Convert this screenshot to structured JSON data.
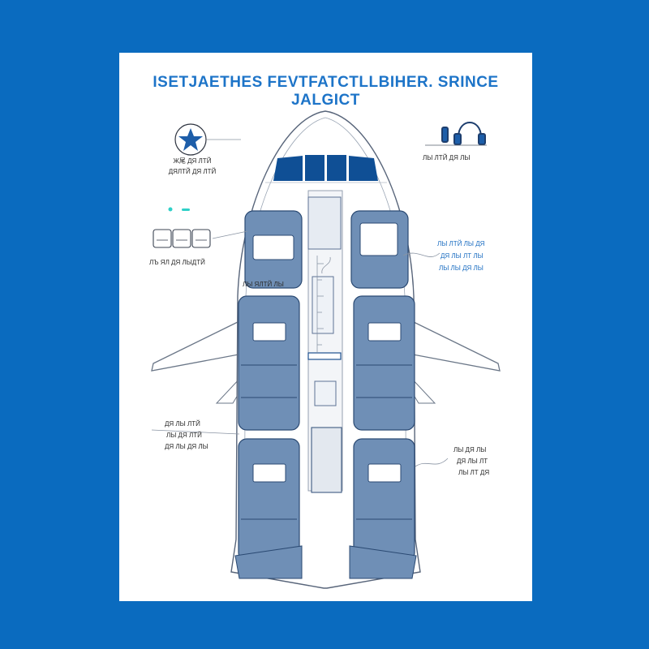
{
  "title": "ISETJAETHES FEVTFATCTLLBIHER. SRINCE JALGICT",
  "labels": {
    "crew_star": "Ж尾 ДЯ ЛТЙ",
    "crew_star_2": "ДЯЛТЙ ДЯ ЛТЙ",
    "headset": "ЛЫ ЛТЙ ДЯ ЛЫ",
    "windows": "ЛЪ ЯЛ ДЯ ЛЫДТЙ",
    "galley": "ЛЫ ЯЛТЙ ЛЫ",
    "right_seat_1": "ЛЫ ЛТЙ ЛЫ ДЯ",
    "right_seat_2": "ДЯ ЛЫ ЛТ ЛЫ",
    "right_seat_3": "ЛЫ ЛЫ ДЯ ЛЫ",
    "left_seat_1": "ДЯ ЛЫ ЛТЙ",
    "left_seat_2": "ЛЫ ДЯ ЛТЙ",
    "left_seat_3": "ДЯ ЛЫ ДЯ ЛЫ",
    "right_rear_1": "ЛЫ ДЯ ЛЫ",
    "right_rear_2": "ДЯ ЛЫ ЛТ",
    "right_rear_3": "ЛЫ ЛТ ДЯ"
  },
  "colors": {
    "background": "#0a6bbf",
    "panel": "#ffffff",
    "title": "#1d74c8",
    "seat_fill": "#6f8fb6",
    "seat_outline": "#2b4a73",
    "windshield": "#0f4f95",
    "accent_cyan": "#2fd0c8"
  },
  "icons": {
    "crew": "star-icon",
    "audio": "headset-icon"
  }
}
